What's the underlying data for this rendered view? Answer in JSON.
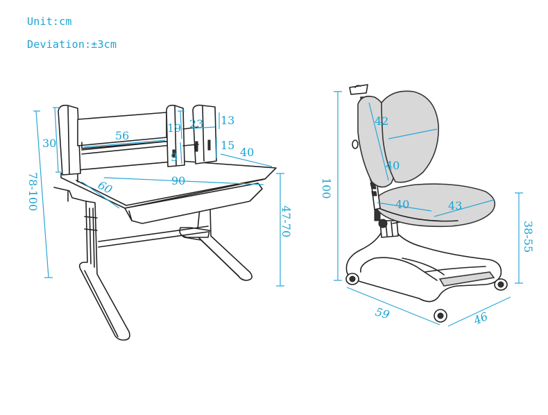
{
  "header": {
    "unit": "Unit:cm",
    "deviation": "Deviation:±3cm"
  },
  "desk": {
    "height_range": "78-100",
    "shelf_depth": "30",
    "shelf_width": "56",
    "shelf_upper": "19",
    "shelf_lower": "9",
    "side_gap": "23",
    "side_top": "13",
    "side_mid": "15",
    "side_depth": "40",
    "top_width": "90",
    "top_depth": "60",
    "top_height_range": "47-70"
  },
  "chair": {
    "total_height": "100",
    "back_height": "42",
    "back_lower": "40",
    "seat_depth": "40",
    "seat_width": "43",
    "seat_height_range": "38-55",
    "base_length": "59",
    "base_width": "46"
  },
  "colors": {
    "dimension": "#1ba3cf",
    "ink": "#222222"
  }
}
